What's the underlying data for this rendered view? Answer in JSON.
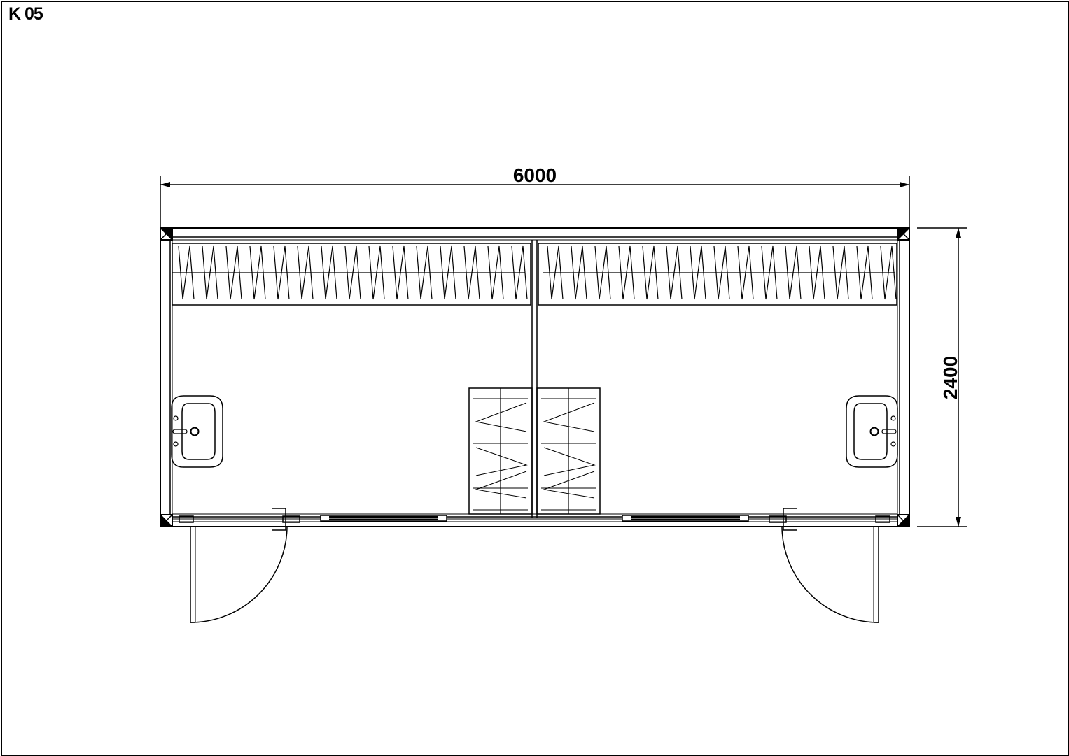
{
  "sheet": {
    "title": "K 05"
  },
  "dimensions": {
    "length": "6000",
    "width": "2400"
  },
  "colors": {
    "line": "#000000",
    "background": "#ffffff"
  },
  "fixtures": {
    "sinks": 2,
    "doors": 2,
    "windows": 2,
    "lockers": 2
  }
}
